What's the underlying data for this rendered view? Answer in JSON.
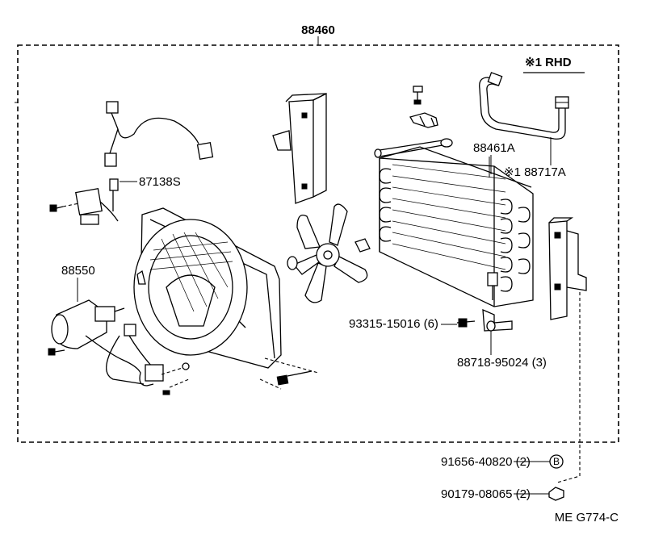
{
  "title_part": "88460",
  "variant_note": "※1 RHD",
  "labels": {
    "condenser": "88461A",
    "connector": "87138S",
    "motor": "88550",
    "pipe": "※1 88717A",
    "screw": "93315-15016 (6)",
    "bracket": "88718-95024 (3)",
    "bolt": "91656-40820 (2)",
    "nut": "90179-08065 (2)"
  },
  "b_marker": "B",
  "footer_code": "ME  G774-C"
}
